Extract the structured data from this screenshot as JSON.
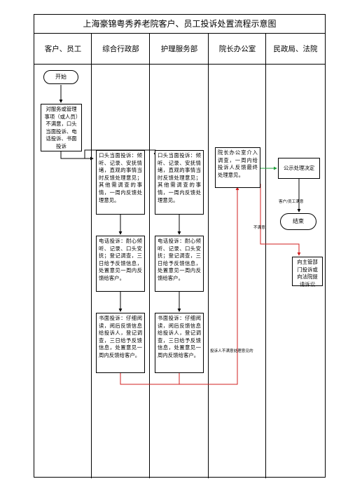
{
  "title": "上海豪锦粤秀养老院客户、员工投诉处置流程示意图",
  "lanes": [
    "客户、员工",
    "综合行政部",
    "护理服务部",
    "院长办公室",
    "民政局、法院"
  ],
  "nodes": {
    "start": "开始",
    "dissatisfied": "对服务或管理事项（或人员）不满意，口头当面投诉、电话投诉、书面投诉",
    "admin_oral": "口头当面投诉：倾听、记录、安抚情绪，直观的事情当时反馈处理意见；其他需调查的事情，一周内反馈处理意见。",
    "nursing_oral": "口头当面投诉：倾听、记录、安抚情绪，直观的事情当时反馈处理意见；其他需调查的事情，一周内反馈处理意见。",
    "admin_phone": "电话投诉：耐心倾听、记录、口头安抚；登记调查，三日给予反馈信息，处置意见一周内反馈给客户。",
    "nursing_phone": "电话投诉：耐心倾听、记录、口头安抚；登记调查，三日给予反馈信息，处置意见一周内反馈给客户。",
    "admin_written": "书面投诉：仔细阅读，阅后反馈信息给投诉人，登记调查，三日给予反馈信息，处置意见一周内反馈给客户。",
    "nursing_written": "书面投诉：仔细阅读，阅后反馈信息给投诉人，登记调查，三日给予反馈信息，处置意见一周内反馈给客户。",
    "director": "院长办公室介入调查，一周内给投诉人反馈最终处理意见。",
    "publish": "公示处理决定",
    "end": "结束",
    "appeal": "向主管部门投诉或向法院提请诉讼"
  },
  "labels": {
    "satisfied": "客户/员工满意",
    "not_satisfied": "不满意",
    "complainant_unsatisfied": "投诉人不满意处理意见的"
  },
  "colors": {
    "line": "#000000",
    "red": "#d21f1f",
    "green": "#1f9e3a"
  }
}
